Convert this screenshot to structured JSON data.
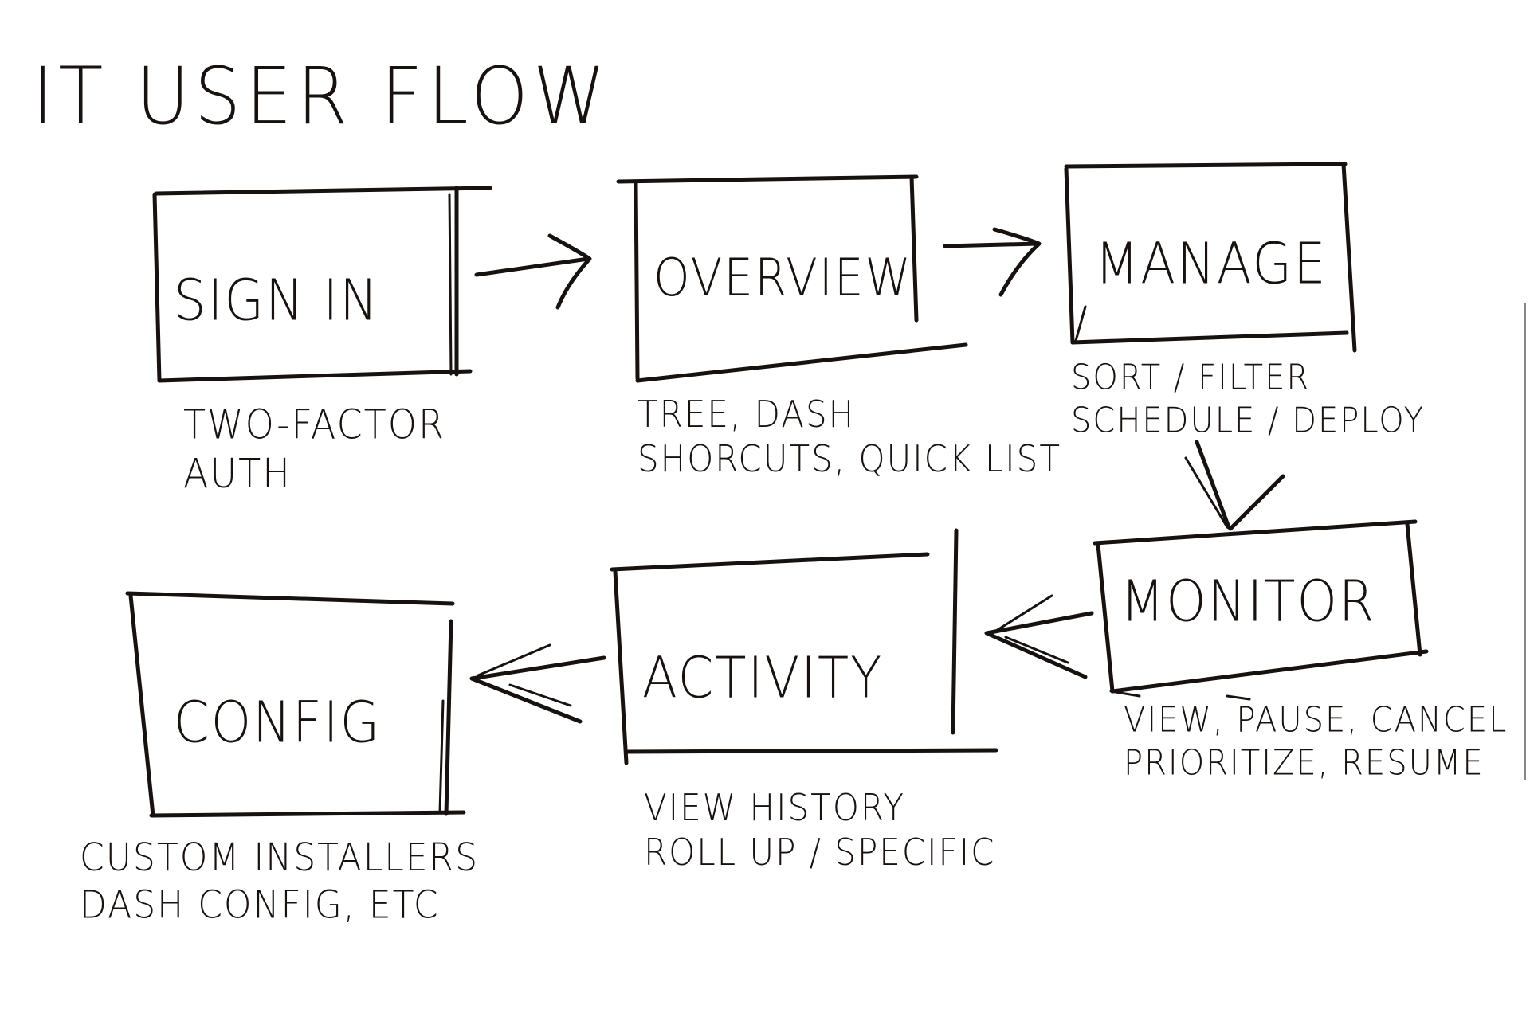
{
  "title": "IT USER FLOW",
  "colors": {
    "ink": "#17110f",
    "paper": "#ffffff"
  },
  "steps": [
    {
      "label": "SIGN IN",
      "notes": [
        "TWO-FACTOR",
        "AUTH"
      ]
    },
    {
      "label": "OVERVIEW",
      "notes": [
        "TREE, DASH",
        "SHORCUTS, QUICK LIST"
      ]
    },
    {
      "label": "MANAGE",
      "notes": [
        "SORT / FILTER",
        "SCHEDULE / DEPLOY"
      ]
    },
    {
      "label": "MONITOR",
      "notes": [
        "VIEW, PAUSE, CANCEL",
        "PRIORITIZE, RESUME"
      ]
    },
    {
      "label": "ACTIVITY",
      "notes": [
        "VIEW HISTORY",
        "ROLL UP / SPECIFIC"
      ]
    },
    {
      "label": "CONFIG",
      "notes": [
        "CUSTOM INSTALLERS",
        "DASH CONFIG, ETC"
      ]
    }
  ]
}
